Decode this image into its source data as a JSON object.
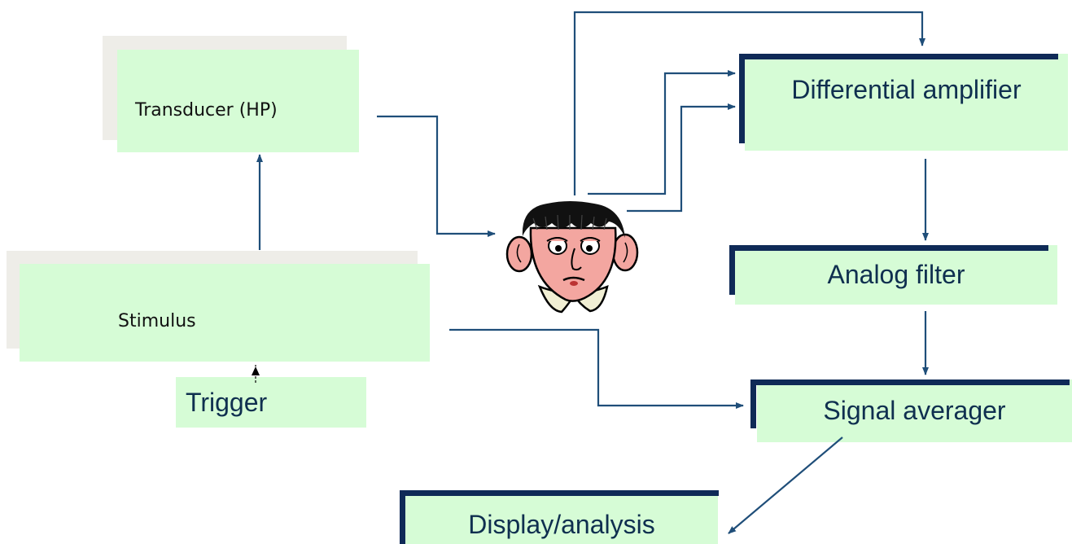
{
  "blocks": {
    "transducer": "Transducer (HP)",
    "stimulus": "Stimulus",
    "trigger": "Trigger",
    "diff_amp": "Differential amplifier",
    "analog_filter": "Analog filter",
    "signal_avg": "Signal averager",
    "display": "Display/analysis"
  },
  "colors": {
    "box_fill": "#d6fcd6",
    "shadow_fill": "#eeede8",
    "arrow": "#1f4e79",
    "accent_bar": "#0f2a57"
  }
}
